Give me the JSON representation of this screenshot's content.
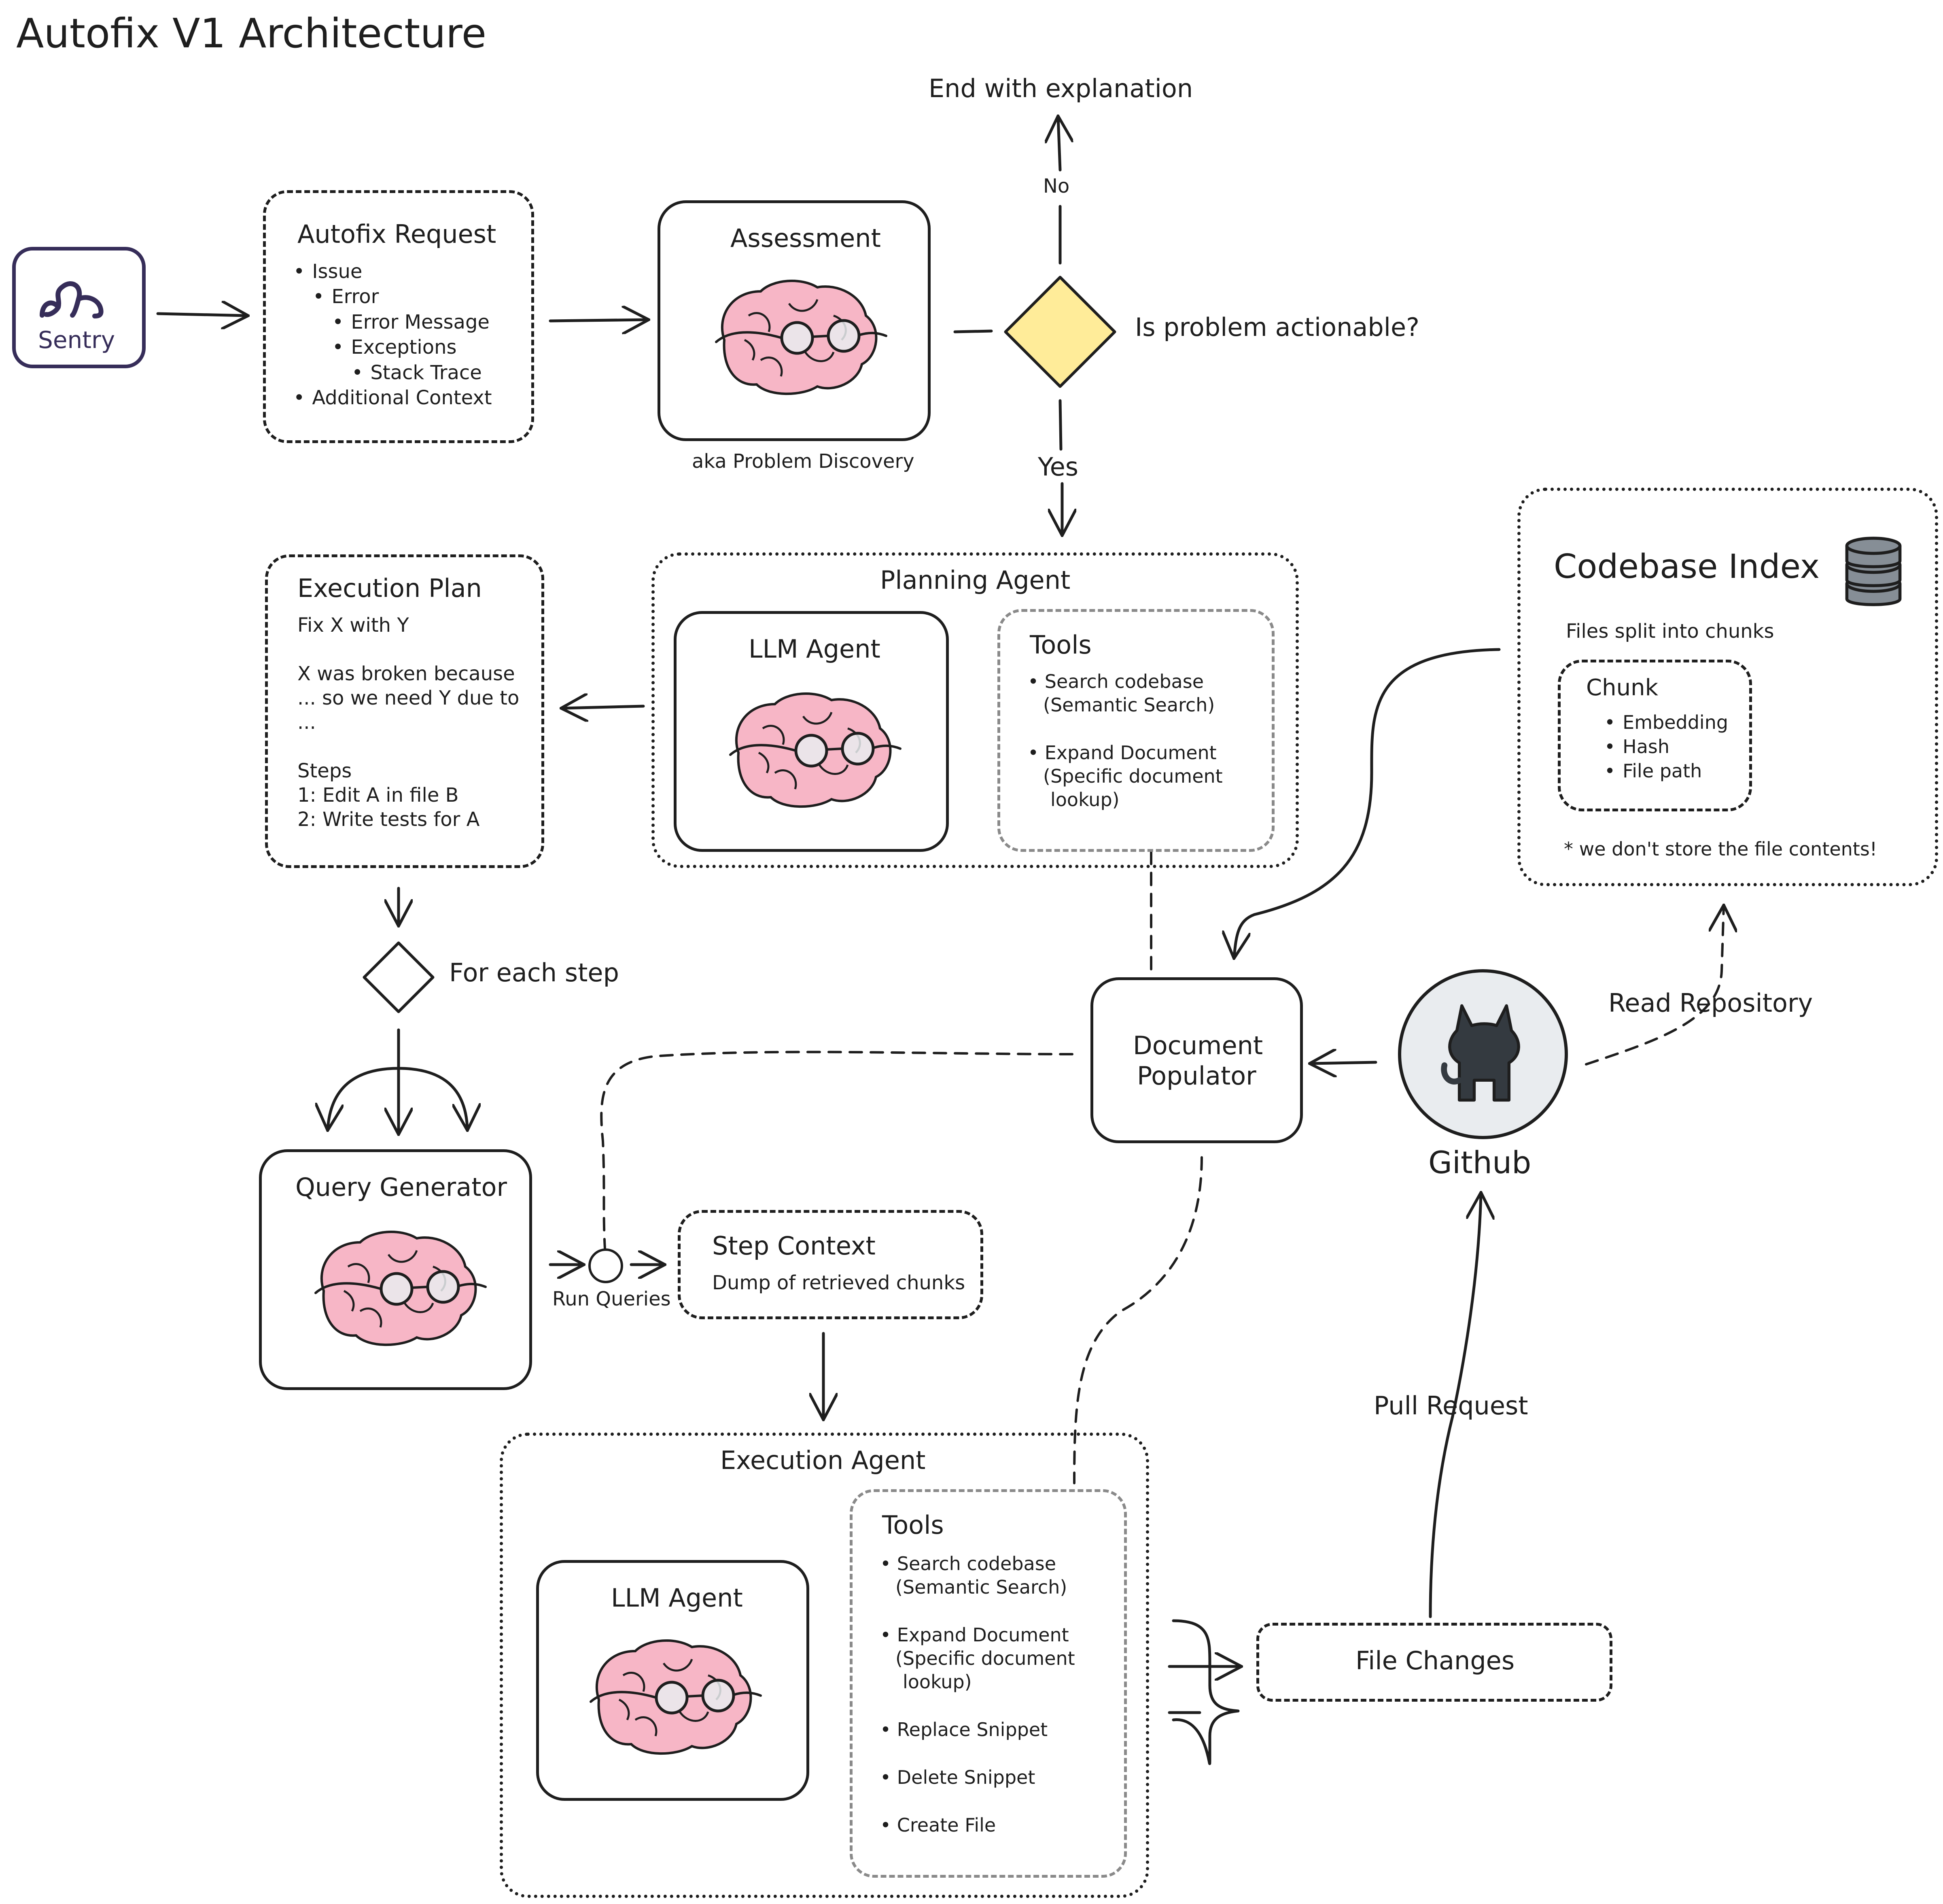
{
  "title": "Autofix V1 Architecture",
  "sentry": {
    "label": "Sentry",
    "brand_color": "#362d59"
  },
  "autofix_request": {
    "title": "Autofix Request",
    "items": [
      {
        "level": 0,
        "text": "Issue"
      },
      {
        "level": 1,
        "text": "Error"
      },
      {
        "level": 2,
        "text": "Error Message"
      },
      {
        "level": 2,
        "text": "Exceptions"
      },
      {
        "level": 3,
        "text": "Stack Trace"
      },
      {
        "level": 0,
        "text": "Additional Context"
      }
    ]
  },
  "assessment": {
    "title": "Assessment",
    "caption": "aka Problem Discovery"
  },
  "decision": {
    "question": "Is problem actionable?",
    "no_label": "No",
    "yes_label": "Yes",
    "end_label": "End with explanation",
    "fill_color": "#ffec99"
  },
  "planning_agent": {
    "title": "Planning Agent",
    "llm_label": "LLM Agent",
    "tools_title": "Tools",
    "tools": [
      [
        "Search codebase",
        "(Semantic Search)"
      ],
      [
        "Expand Document",
        "(Specific document",
        "lookup)"
      ]
    ]
  },
  "execution_plan": {
    "title": "Execution Plan",
    "lines": [
      "Fix X with Y",
      "",
      "X was broken because",
      "... so we need Y due to",
      "...",
      "",
      "Steps",
      "1: Edit A in file B",
      "2: Write tests for A"
    ]
  },
  "for_each_step": "For each step",
  "query_generator": {
    "title": "Query Generator"
  },
  "run_queries": "Run Queries",
  "step_context": {
    "title": "Step Context",
    "subtitle": "Dump of retrieved chunks"
  },
  "execution_agent": {
    "title": "Execution Agent",
    "llm_label": "LLM Agent",
    "tools_title": "Tools",
    "tools": [
      [
        "Search codebase",
        "(Semantic Search)"
      ],
      [
        "Expand Document",
        "(Specific document",
        "lookup)"
      ],
      [
        "Replace Snippet"
      ],
      [
        "Delete Snippet"
      ],
      [
        "Create File"
      ]
    ]
  },
  "codebase_index": {
    "title": "Codebase Index",
    "subtitle": "Files split into chunks",
    "chunk_title": "Chunk",
    "chunk_items": [
      "Embedding",
      "Hash",
      "File path"
    ],
    "note": "* we don't store the file contents!"
  },
  "document_populator": {
    "line1": "Document",
    "line2": "Populator"
  },
  "github": {
    "label": "Github"
  },
  "read_repository": "Read Repository",
  "file_changes": "File Changes",
  "pull_request": "Pull Request",
  "colors": {
    "brain_pink": "#f7b6c6",
    "database_grey": "#868e96",
    "github_circle": "#e9ecef"
  }
}
